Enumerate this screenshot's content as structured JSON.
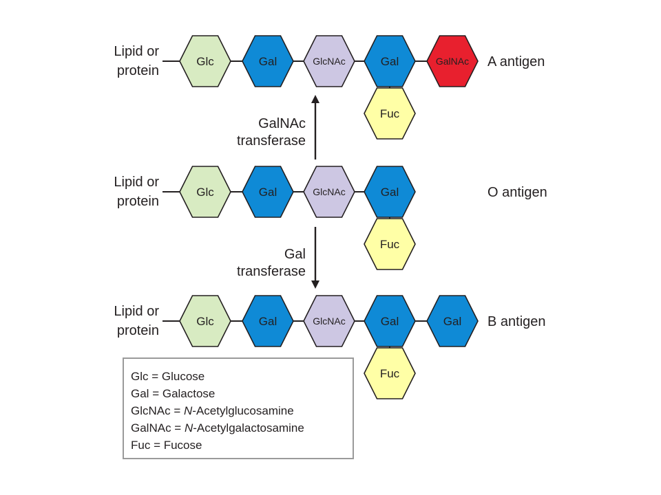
{
  "colors": {
    "Glc": "#d8ebc2",
    "Gal": "#0f8ad6",
    "GlcNAc": "#cdc7e3",
    "GalNAc": "#e8202e",
    "Fuc": "#ffffa6"
  },
  "rows": [
    {
      "anchor": [
        "Lipid or",
        "protein"
      ],
      "chain": [
        "Glc",
        "Gal",
        "GlcNAc",
        "Gal",
        "GalNAc"
      ],
      "branch": "Fuc",
      "name": "A antigen"
    },
    {
      "anchor": [
        "Lipid or",
        "protein"
      ],
      "chain": [
        "Glc",
        "Gal",
        "GlcNAc",
        "Gal"
      ],
      "branch": "Fuc",
      "name": "O antigen"
    },
    {
      "anchor": [
        "Lipid or",
        "protein"
      ],
      "chain": [
        "Glc",
        "Gal",
        "GlcNAc",
        "Gal",
        "Gal"
      ],
      "branch": "Fuc",
      "name": "B antigen"
    }
  ],
  "transfers": [
    {
      "lines": [
        "GalNAc",
        "transferase"
      ],
      "direction": "up"
    },
    {
      "lines": [
        "Gal",
        "transferase"
      ],
      "direction": "down"
    }
  ],
  "legend": [
    {
      "abbr": "Glc",
      "sep": " = ",
      "pre": "",
      "ital": "",
      "name": "Glucose"
    },
    {
      "abbr": "Gal",
      "sep": " = ",
      "pre": "",
      "ital": "",
      "name": "Galactose"
    },
    {
      "abbr": "GlcNAc",
      "sep": " = ",
      "pre": "",
      "ital": "N",
      "name": "-Acetylglucosamine"
    },
    {
      "abbr": "GalNAc",
      "sep": " = ",
      "pre": "",
      "ital": "N",
      "name": "-Acetylgalactosamine"
    },
    {
      "abbr": "Fuc",
      "sep": " = ",
      "pre": "",
      "ital": "",
      "name": "Fucose"
    }
  ]
}
